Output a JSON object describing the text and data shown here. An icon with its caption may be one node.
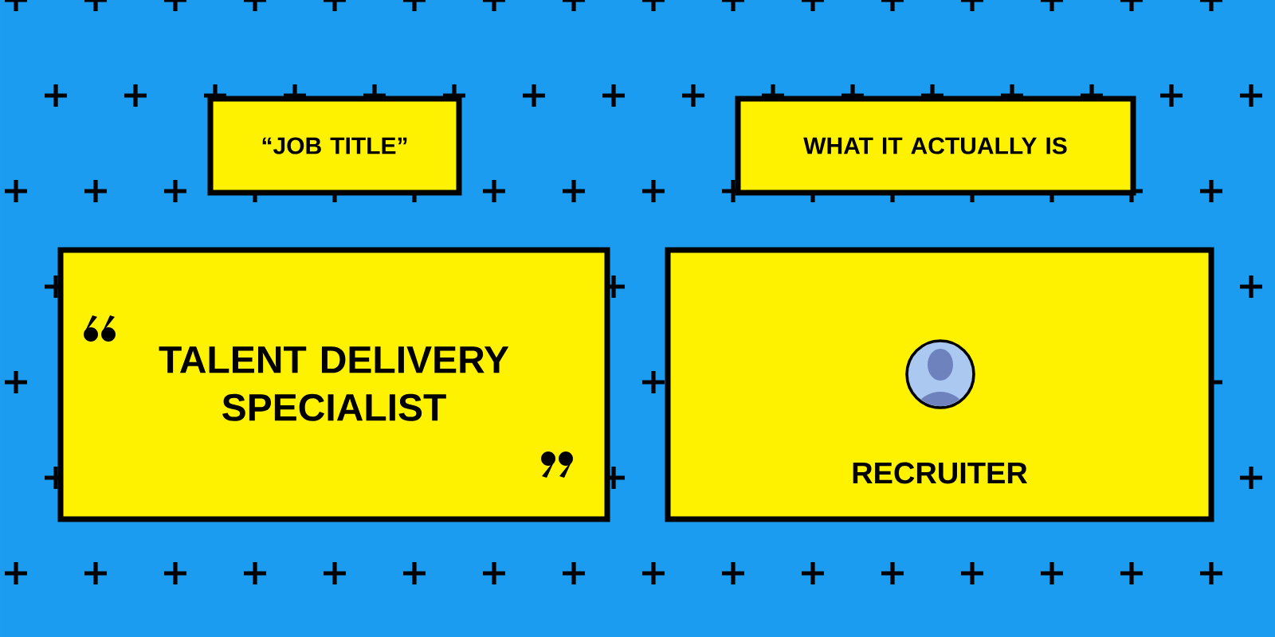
{
  "diagram": {
    "nodes": [
      {
        "text": [
          "“JOB TITLE”"
        ]
      },
      {
        "text": [
          "WHAT IT ACTUALLY IS"
        ]
      },
      {
        "text": [
          "TALENT DELIVERY SPECIALIST"
        ]
      },
      {
        "text": [
          "RECRUITER"
        ]
      }
    ]
  }
}
